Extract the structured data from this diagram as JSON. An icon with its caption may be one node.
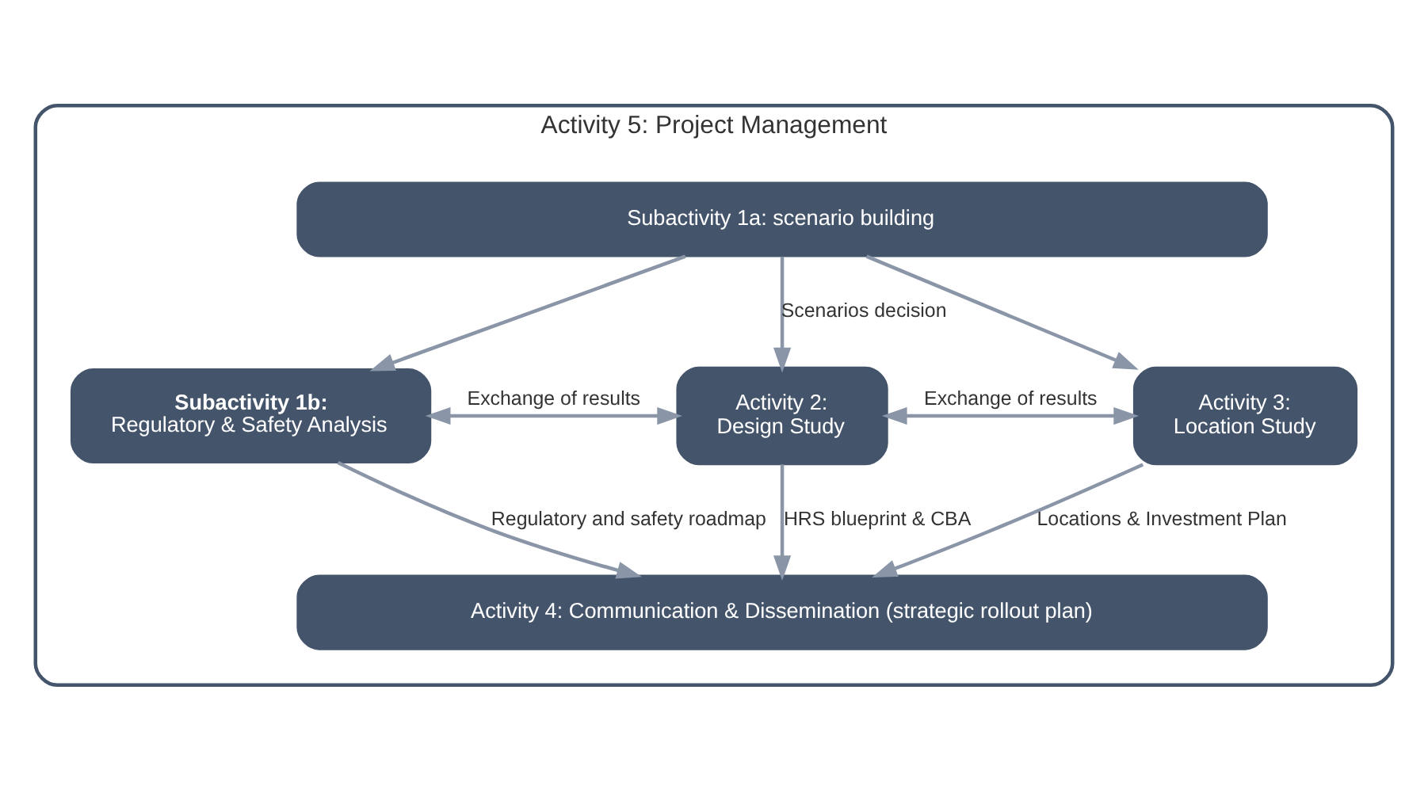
{
  "diagram": {
    "nodes": [
      {
        "text": [
          "Activity 5: Project Management"
        ]
      },
      {
        "text": [
          "Subactivity 1a: scenario building"
        ],
        "in": 0
      },
      {
        "text": [
          "Subactivity 1b:",
          "Regulatory & Safety Analysis"
        ],
        "in": 0
      },
      {
        "text": [
          "Activity 2:",
          "Design Study"
        ],
        "in": 0
      },
      {
        "text": [
          "Activity 3:",
          "Location Study"
        ],
        "in": 0
      },
      {
        "text": [
          "Activity 4: Communication & Dissemination (strategic rollout plan)"
        ],
        "in": 0
      }
    ],
    "edges": [
      {
        "from": 1,
        "to": 2,
        "arrow": "to"
      },
      {
        "from": 1,
        "to": 3,
        "label": "Scenarios decision",
        "arrow": "to"
      },
      {
        "from": 1,
        "to": 4,
        "arrow": "to"
      },
      {
        "from": 2,
        "to": 3,
        "label": "Exchange of results",
        "arrow": "both"
      },
      {
        "from": 3,
        "to": 4,
        "label": "Exchange of results",
        "arrow": "both"
      },
      {
        "from": 2,
        "to": 5,
        "label": "Regulatory and safety roadmap",
        "arrow": "to"
      },
      {
        "from": 3,
        "to": 5,
        "label": "HRS blueprint & CBA",
        "arrow": "to"
      },
      {
        "from": 4,
        "to": 5,
        "label": "Locations & Investment Plan",
        "arrow": "to"
      }
    ]
  }
}
